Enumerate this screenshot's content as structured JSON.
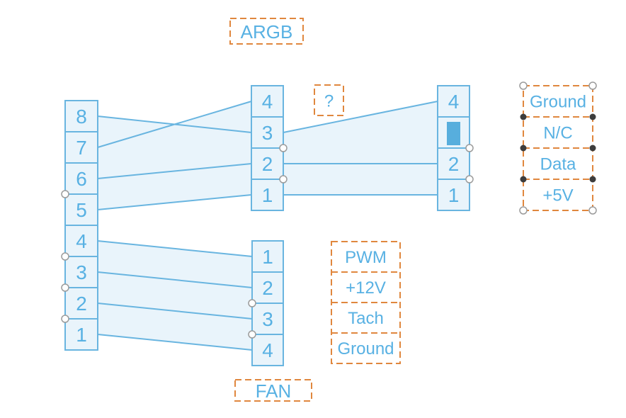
{
  "labels": {
    "argb": "ARGB",
    "fan": "FAN",
    "unknown": "?"
  },
  "connectors": {
    "splitter": {
      "pins": [
        "8",
        "7",
        "6",
        "5",
        "4",
        "3",
        "2",
        "1"
      ]
    },
    "argb_mid": {
      "pins": [
        "4",
        "3",
        "2",
        "1"
      ]
    },
    "argb_right": {
      "pins": [
        "4",
        "",
        "2",
        "1"
      ],
      "blocked_row_index": 1
    },
    "fan_mid": {
      "pins": [
        "1",
        "2",
        "3",
        "4"
      ]
    }
  },
  "pin_labels": {
    "argb": [
      "Ground",
      "N/C",
      "Data",
      "+5V"
    ],
    "fan": [
      "PWM",
      "+12V",
      "Tach",
      "Ground"
    ]
  },
  "colors": {
    "stroke-blue": "#69b5e0",
    "fill-light": "#e9f4fb",
    "text-blue": "#58b1e3",
    "solid-blue": "#57aedd",
    "orange": "#e0873e",
    "handle-fill": "#ffffff",
    "handle-stroke": "#9b9b9b",
    "dot-fill": "#3d3d3d"
  }
}
